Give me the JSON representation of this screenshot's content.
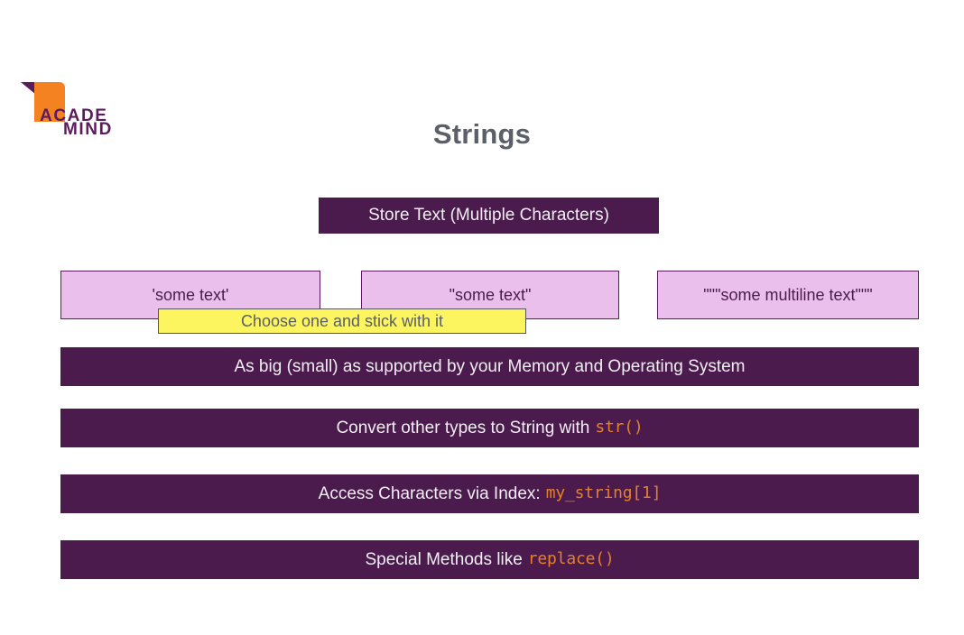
{
  "brand": {
    "name_line1": "ACADE",
    "name_line2": "MIND",
    "flag_color": "#f58220",
    "text_color": "#5b1b5e"
  },
  "slide": {
    "title": "Strings",
    "title_color": "#5a5f69"
  },
  "theme": {
    "dark_purple": "#4b1b4e",
    "light_purple": "#eabfeb",
    "light_purple_border": "#5b1b5e",
    "callout_yellow": "#fdf55f",
    "callout_border": "#55555a",
    "code_orange": "#e4802a",
    "bar_text": "#f2eef4"
  },
  "content": {
    "headline_bar": "Store Text (Multiple Characters)",
    "quote_styles": [
      {
        "name": "single-quoted-string",
        "label": "'some text'"
      },
      {
        "name": "double-quoted-string",
        "label": "\"some text\""
      },
      {
        "name": "triple-quoted-string",
        "label": "\"\"\"some multiline text\"\"\""
      }
    ],
    "callout": "Choose one and stick with it",
    "bars": [
      {
        "name": "size-bar",
        "text": "As big (small) as supported by your Memory and Operating System",
        "code": ""
      },
      {
        "name": "convert-bar",
        "text": "Convert other types to String with",
        "code": "str()"
      },
      {
        "name": "index-bar",
        "text": "Access Characters via Index:",
        "code": "my_string[1]"
      },
      {
        "name": "methods-bar",
        "text": "Special Methods like",
        "code": "replace()"
      }
    ]
  }
}
